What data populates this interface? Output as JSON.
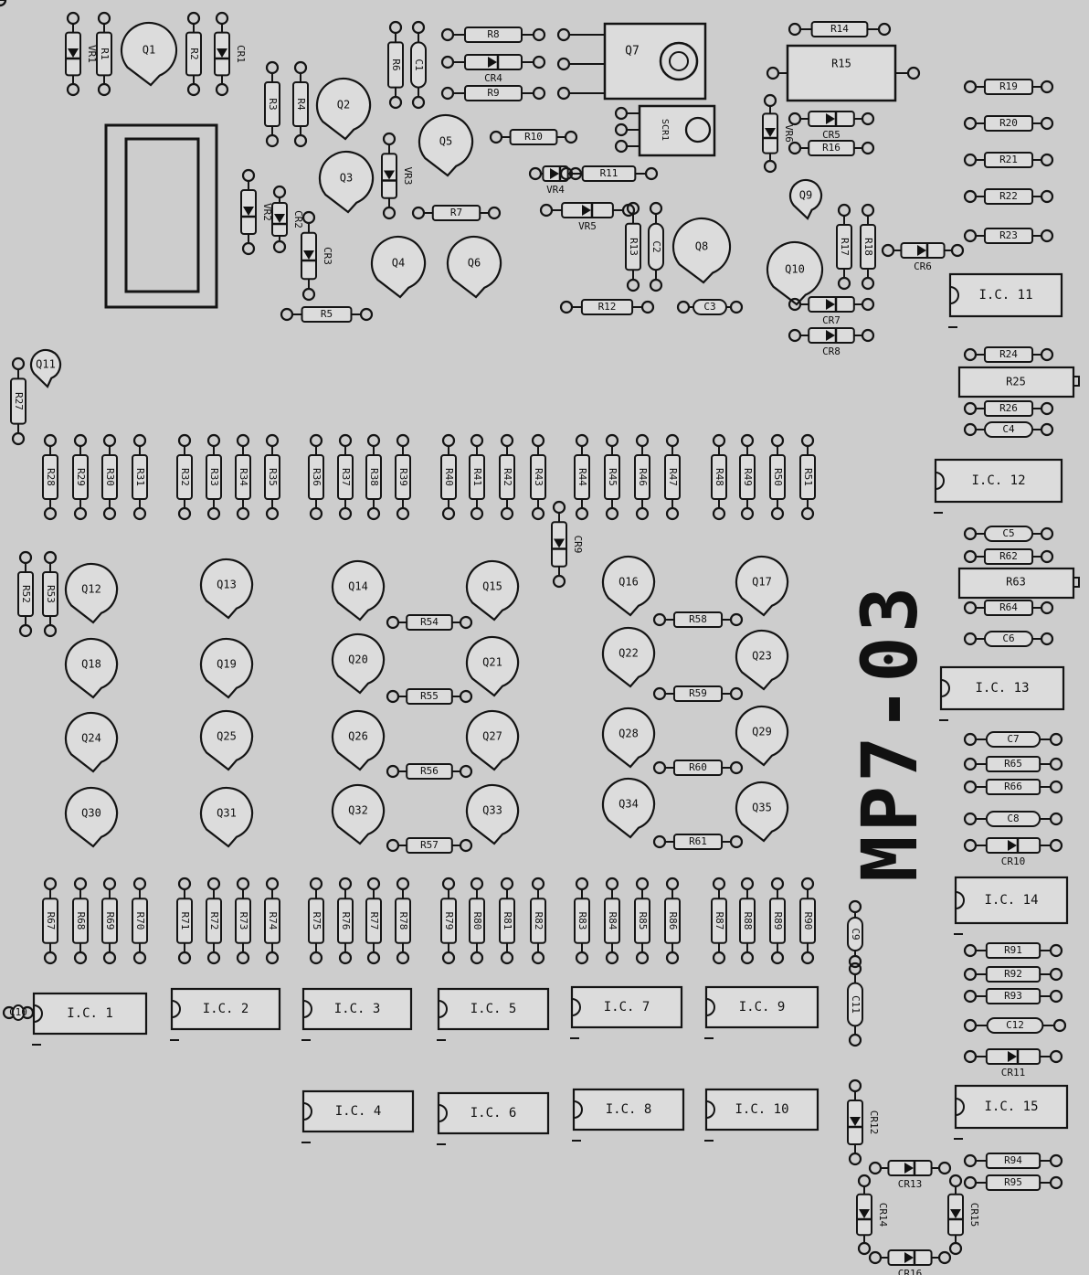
{
  "board_label": "MP7-03",
  "colors": {
    "background": "#cdcdcd",
    "ink": "#141414",
    "body_fill": "#dcdcdc",
    "diode_fill": "#111111"
  },
  "components": {
    "vregs": [
      {
        "ref": "VR1"
      },
      {
        "ref": "VR2"
      },
      {
        "ref": "VR3"
      },
      {
        "ref": "VR4"
      },
      {
        "ref": "VR5"
      },
      {
        "ref": "VR6"
      }
    ],
    "diodes": [
      {
        "ref": "CR1"
      },
      {
        "ref": "CR2"
      },
      {
        "ref": "CR3"
      },
      {
        "ref": "CR4"
      },
      {
        "ref": "CR5"
      },
      {
        "ref": "CR6"
      },
      {
        "ref": "CR7"
      },
      {
        "ref": "CR8"
      },
      {
        "ref": "CR9"
      },
      {
        "ref": "CR10"
      },
      {
        "ref": "CR11"
      },
      {
        "ref": "CR12"
      },
      {
        "ref": "CR13"
      },
      {
        "ref": "CR14"
      },
      {
        "ref": "CR15"
      },
      {
        "ref": "CR16"
      }
    ],
    "resistors": [
      "R1",
      "R2",
      "R3",
      "R4",
      "R5",
      "R6",
      "R7",
      "R8",
      "R9",
      "R10",
      "R11",
      "R12",
      "R13",
      "R14",
      "R15",
      "R16",
      "R17",
      "R18",
      "R19",
      "R20",
      "R21",
      "R22",
      "R23",
      "R24",
      "R25",
      "R26",
      "R27",
      "R28",
      "R29",
      "R30",
      "R31",
      "R32",
      "R33",
      "R34",
      "R35",
      "R36",
      "R37",
      "R38",
      "R39",
      "R40",
      "R41",
      "R42",
      "R43",
      "R44",
      "R45",
      "R46",
      "R47",
      "R48",
      "R49",
      "R50",
      "R51",
      "R52",
      "R53",
      "R54",
      "R55",
      "R56",
      "R57",
      "R58",
      "R59",
      "R60",
      "R61",
      "R62",
      "R63",
      "R64",
      "R65",
      "R66",
      "R67",
      "R68",
      "R69",
      "R70",
      "R71",
      "R72",
      "R73",
      "R74",
      "R75",
      "R76",
      "R77",
      "R78",
      "R79",
      "R80",
      "R81",
      "R82",
      "R83",
      "R84",
      "R85",
      "R86",
      "R87",
      "R88",
      "R89",
      "R90",
      "R91",
      "R92",
      "R93",
      "R94",
      "R95"
    ],
    "capacitors": [
      "C1",
      "C2",
      "C3",
      "C4",
      "C5",
      "C6",
      "C7",
      "C8",
      "C9",
      "C10",
      "C11",
      "C12"
    ],
    "transistors": [
      "Q1",
      "Q2",
      "Q3",
      "Q4",
      "Q5",
      "Q6",
      "Q7",
      "Q8",
      "Q9",
      "Q10",
      "Q11",
      "Q12",
      "Q13",
      "Q14",
      "Q15",
      "Q16",
      "Q17",
      "Q18",
      "Q19",
      "Q20",
      "Q21",
      "Q22",
      "Q23",
      "Q24",
      "Q25",
      "Q26",
      "Q27",
      "Q28",
      "Q29",
      "Q30",
      "Q31",
      "Q32",
      "Q33",
      "Q34",
      "Q35"
    ],
    "scr": [
      "SCR1"
    ],
    "ics": [
      "I.C. 1",
      "I.C. 2",
      "I.C. 3",
      "I.C. 4",
      "I.C. 5",
      "I.C. 6",
      "I.C. 7",
      "I.C. 8",
      "I.C. 9",
      "I.C. 10",
      "I.C. 11",
      "I.C. 12",
      "I.C. 13",
      "I.C. 14",
      "I.C. 15"
    ]
  }
}
